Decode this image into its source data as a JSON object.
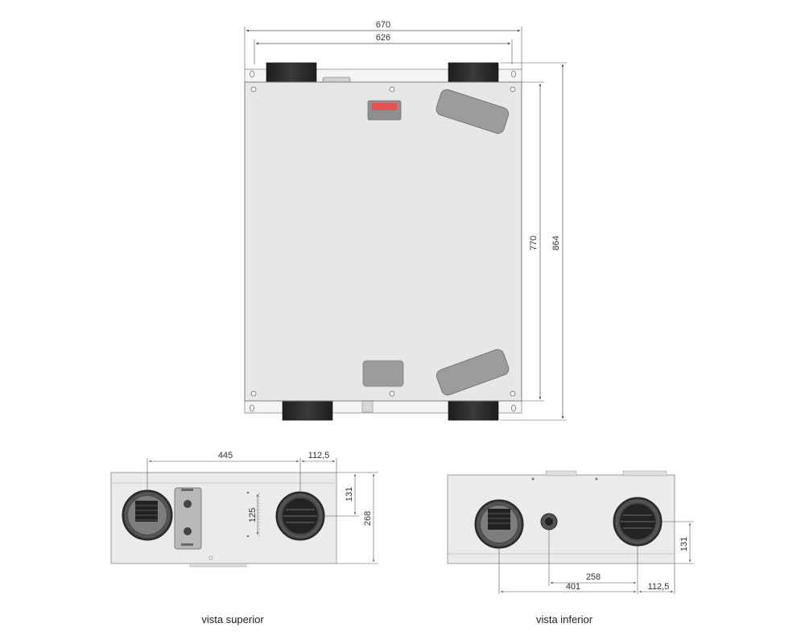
{
  "front": {
    "width_outer": "670",
    "width_inner": "626",
    "height_inner": "770",
    "height_outer": "864"
  },
  "top_view": {
    "caption": "vista superior",
    "dim_span": "445",
    "dim_edge": "112,5",
    "dim_duct_height": "131",
    "dim_depth": "268",
    "dim_spacing": "125"
  },
  "bottom_view": {
    "caption": "vista inferior",
    "dim_height": "131",
    "dim_span_a": "258",
    "dim_span_b": "401",
    "dim_edge": "112,5"
  },
  "colors": {
    "panel": "#e6e7e6",
    "duct": "#2b2b2b",
    "indicator": "#e8504f",
    "gray_part": "#9b9c9b"
  }
}
